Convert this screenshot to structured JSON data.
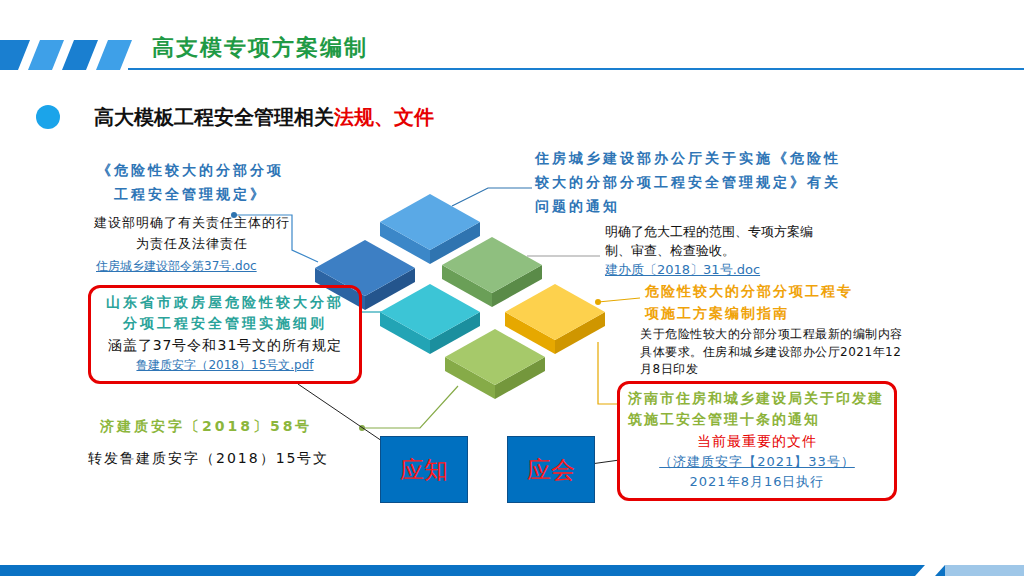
{
  "diagram": {
    "title": "高支模专项方案编制",
    "nodes": [
      {
        "text": [
          "山东省市政房屋危险性较大分部分项工程安全管理实施细则",
          "涵盖了37号令和31号文的所有规定",
          "鲁建质安字（2018）15号文.pdf"
        ]
      },
      {
        "text": [
          "济南市住房和城乡建设局关于印发建筑施工安全管理十条的通知",
          "当前最重要的文件",
          "（济建质安字【2021】33号）",
          "2021年8月16日执行"
        ]
      },
      {
        "text": [
          "应知"
        ]
      },
      {
        "text": [
          "应会"
        ]
      }
    ],
    "edges": [
      {
        "from": 2,
        "to": 0,
        "arrow": "none"
      },
      {
        "from": 3,
        "to": 1,
        "arrow": "none"
      }
    ],
    "labels": [
      "高大模板工程安全管理相关",
      "法规、文件",
      "《危险性较大的分部分项工程安全管理规定》",
      "建设部明确了有关责任主体的行为责任及法律责任",
      "住房城乡建设部令第37号.doc",
      "住房城乡建设部办公厅关于实施《危险性较大的分部分项工程安全管理规定》有关问题的通知",
      "明确了危大工程的范围、专项方案编制、审查、检查验收。",
      "建办质〔2018〕31号.doc",
      "危险性较大的分部分项工程专项施工方案编制指南",
      "关于危险性较大的分部分项工程最新的编制内容具体要求。住房和城乡建设部办公厅2021年12月8日印发",
      "济建质安字〔2018〕58号",
      "转发鲁建质安字（2018）15号文"
    ]
  }
}
